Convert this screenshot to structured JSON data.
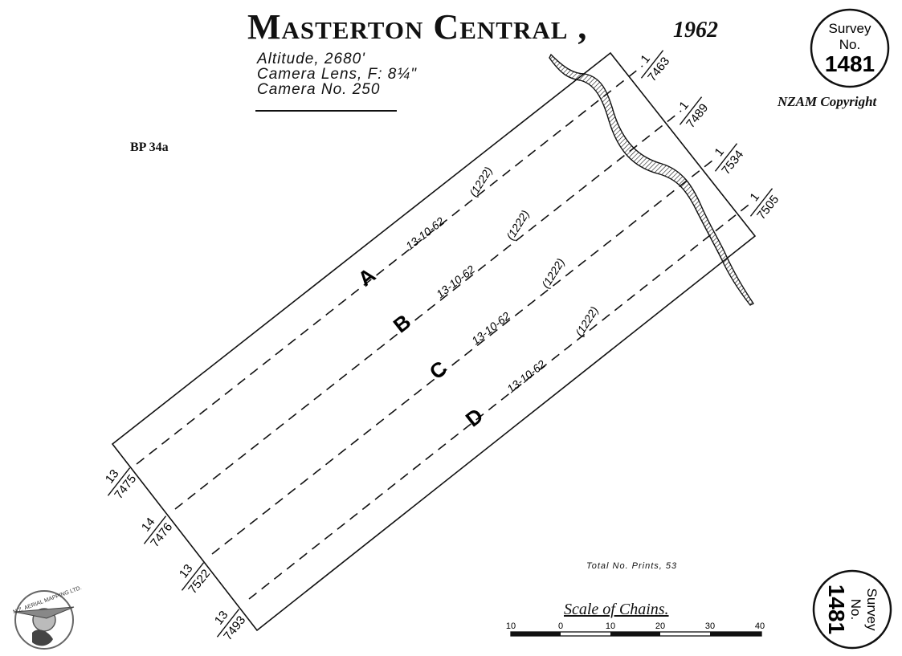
{
  "title": "Masterton Central ,",
  "year": "1962",
  "info": {
    "altitude": "Altitude, 2680'",
    "lens": "Camera Lens, F: 8¼\"",
    "camera": "Camera No. 250"
  },
  "bp_code": "BP 34a",
  "copyright": "NZAM Copyright",
  "survey_top": {
    "label": "Survey",
    "no": "No.",
    "number": "1481"
  },
  "survey_bottom": {
    "label": "Survey",
    "no": "No.",
    "number": "1481"
  },
  "total_prints": "Total No. Prints, 53",
  "scale": {
    "title": "Scale of Chains.",
    "ticks": [
      "10",
      "0",
      "10",
      "20",
      "30",
      "40"
    ]
  },
  "runs": [
    {
      "letter": "A",
      "date": "13-10-62",
      "code": "(1222)",
      "start": {
        "top": "13",
        "bottom": "7475"
      },
      "end": {
        "top": "1",
        "bottom": "7463"
      }
    },
    {
      "letter": "B",
      "date": "13-10-62",
      "code": "(1222)",
      "start": {
        "top": "14",
        "bottom": "7476"
      },
      "end": {
        "top": "1",
        "bottom": "7489"
      }
    },
    {
      "letter": "C",
      "date": "13-10-62",
      "code": "(1222)",
      "start": {
        "top": "13",
        "bottom": "7522"
      },
      "end": {
        "top": "1",
        "bottom": "7534"
      }
    },
    {
      "letter": "D",
      "date": "13-10-62",
      "code": "(1222)",
      "start": {
        "top": "13",
        "bottom": "7493"
      },
      "end": {
        "top": "1",
        "bottom": "7505"
      }
    }
  ],
  "logo": {
    "text": "N.Z. AERIAL MAPPING LTD."
  }
}
